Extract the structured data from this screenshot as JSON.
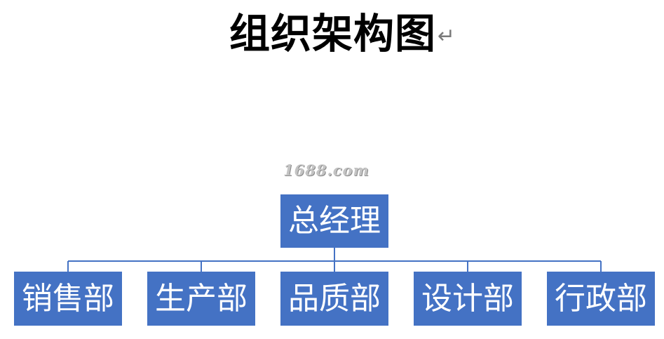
{
  "document": {
    "title": "组织架构图",
    "paragraph_mark": "↵"
  },
  "watermark": "1688.com",
  "org_chart": {
    "root": "总经理",
    "departments": [
      "销售部",
      "生产部",
      "品质部",
      "设计部",
      "行政部"
    ]
  },
  "colors": {
    "node_fill": "#4472c4",
    "node_text": "#ffffff",
    "connector": "#4472c4",
    "title_text": "#000000"
  }
}
